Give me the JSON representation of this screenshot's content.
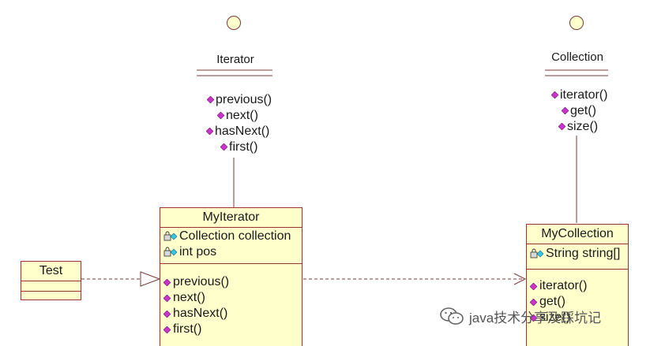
{
  "diagram": {
    "interfaces": [
      {
        "name": "Iterator",
        "operations": [
          "previous()",
          "next()",
          "hasNext()",
          "first()"
        ]
      },
      {
        "name": "Collection",
        "operations": [
          "iterator()",
          "get()",
          "size()"
        ]
      }
    ],
    "classes": {
      "test": {
        "name": "Test"
      },
      "my_iterator": {
        "name": "MyIterator",
        "attributes": [
          "Collection collection",
          "int pos"
        ],
        "operations": [
          "previous()",
          "next()",
          "hasNext()",
          "first()"
        ]
      },
      "my_collection": {
        "name": "MyCollection",
        "attributes": [
          "String string[]"
        ],
        "operations": [
          "iterator()",
          "get()",
          "size()"
        ]
      }
    }
  },
  "watermark": {
    "text": "java技术分享及踩坑记"
  },
  "colors": {
    "box_fill": "#ffffcc",
    "border": "#9c3333",
    "operation_icon": "#cc33cc",
    "attribute_icon": "#33c8e6",
    "line": "#7a3a3a"
  }
}
